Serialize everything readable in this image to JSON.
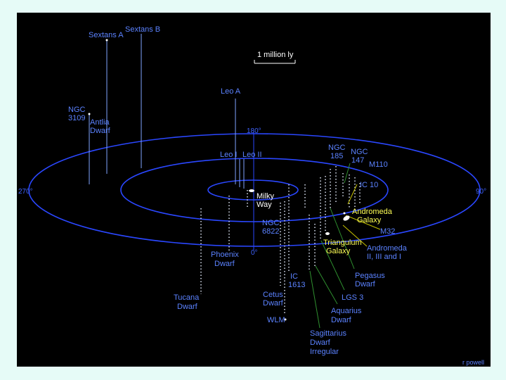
{
  "scale_bar": {
    "label": "1 million ly"
  },
  "axis_marks": {
    "deg_180": "180°",
    "deg_0": "0°",
    "deg_90": "90°",
    "deg_270": "270°"
  },
  "credit": "r powell",
  "galaxies": {
    "sextans_a": "Sextans A",
    "sextans_b": "Sextans B",
    "leo_a": "Leo A",
    "ngc3109_1": "NGC",
    "ngc3109_2": "3109",
    "antlia_1": "Antlia",
    "antlia_2": "Dwarf",
    "leo_i": "Leo I",
    "leo_ii": "Leo II",
    "ngc185_1": "NGC",
    "ngc185_2": "185",
    "ngc147_1": "NGC",
    "ngc147_2": "147",
    "m110": "M110",
    "ic10": "IC 10",
    "milky_way_1": "Milky",
    "milky_way_2": "Way",
    "andromeda_1": "Andromeda",
    "andromeda_2": "Galaxy",
    "m32": "M32",
    "ngc6822_1": "NGC",
    "ngc6822_2": "6822",
    "triangulum_1": "Triangulum",
    "triangulum_2": "Galaxy",
    "andromeda_sats_1": "Andromeda",
    "andromeda_sats_2": "II, III and I",
    "phoenix_1": "Phoenix",
    "phoenix_2": "Dwarf",
    "pegasus_1": "Pegasus",
    "pegasus_2": "Dwarf",
    "ic1613_1": "IC",
    "ic1613_2": "1613",
    "lgs3": "LGS 3",
    "cetus_1": "Cetus",
    "cetus_2": "Dwarf",
    "tucana_1": "Tucana",
    "tucana_2": "Dwarf",
    "aquarius_1": "Aquarius",
    "aquarius_2": "Dwarf",
    "wlm": "WLM",
    "sagittarius_1": "Sagittarius",
    "sagittarius_2": "Dwarf",
    "sagittarius_3": "Irregular"
  }
}
